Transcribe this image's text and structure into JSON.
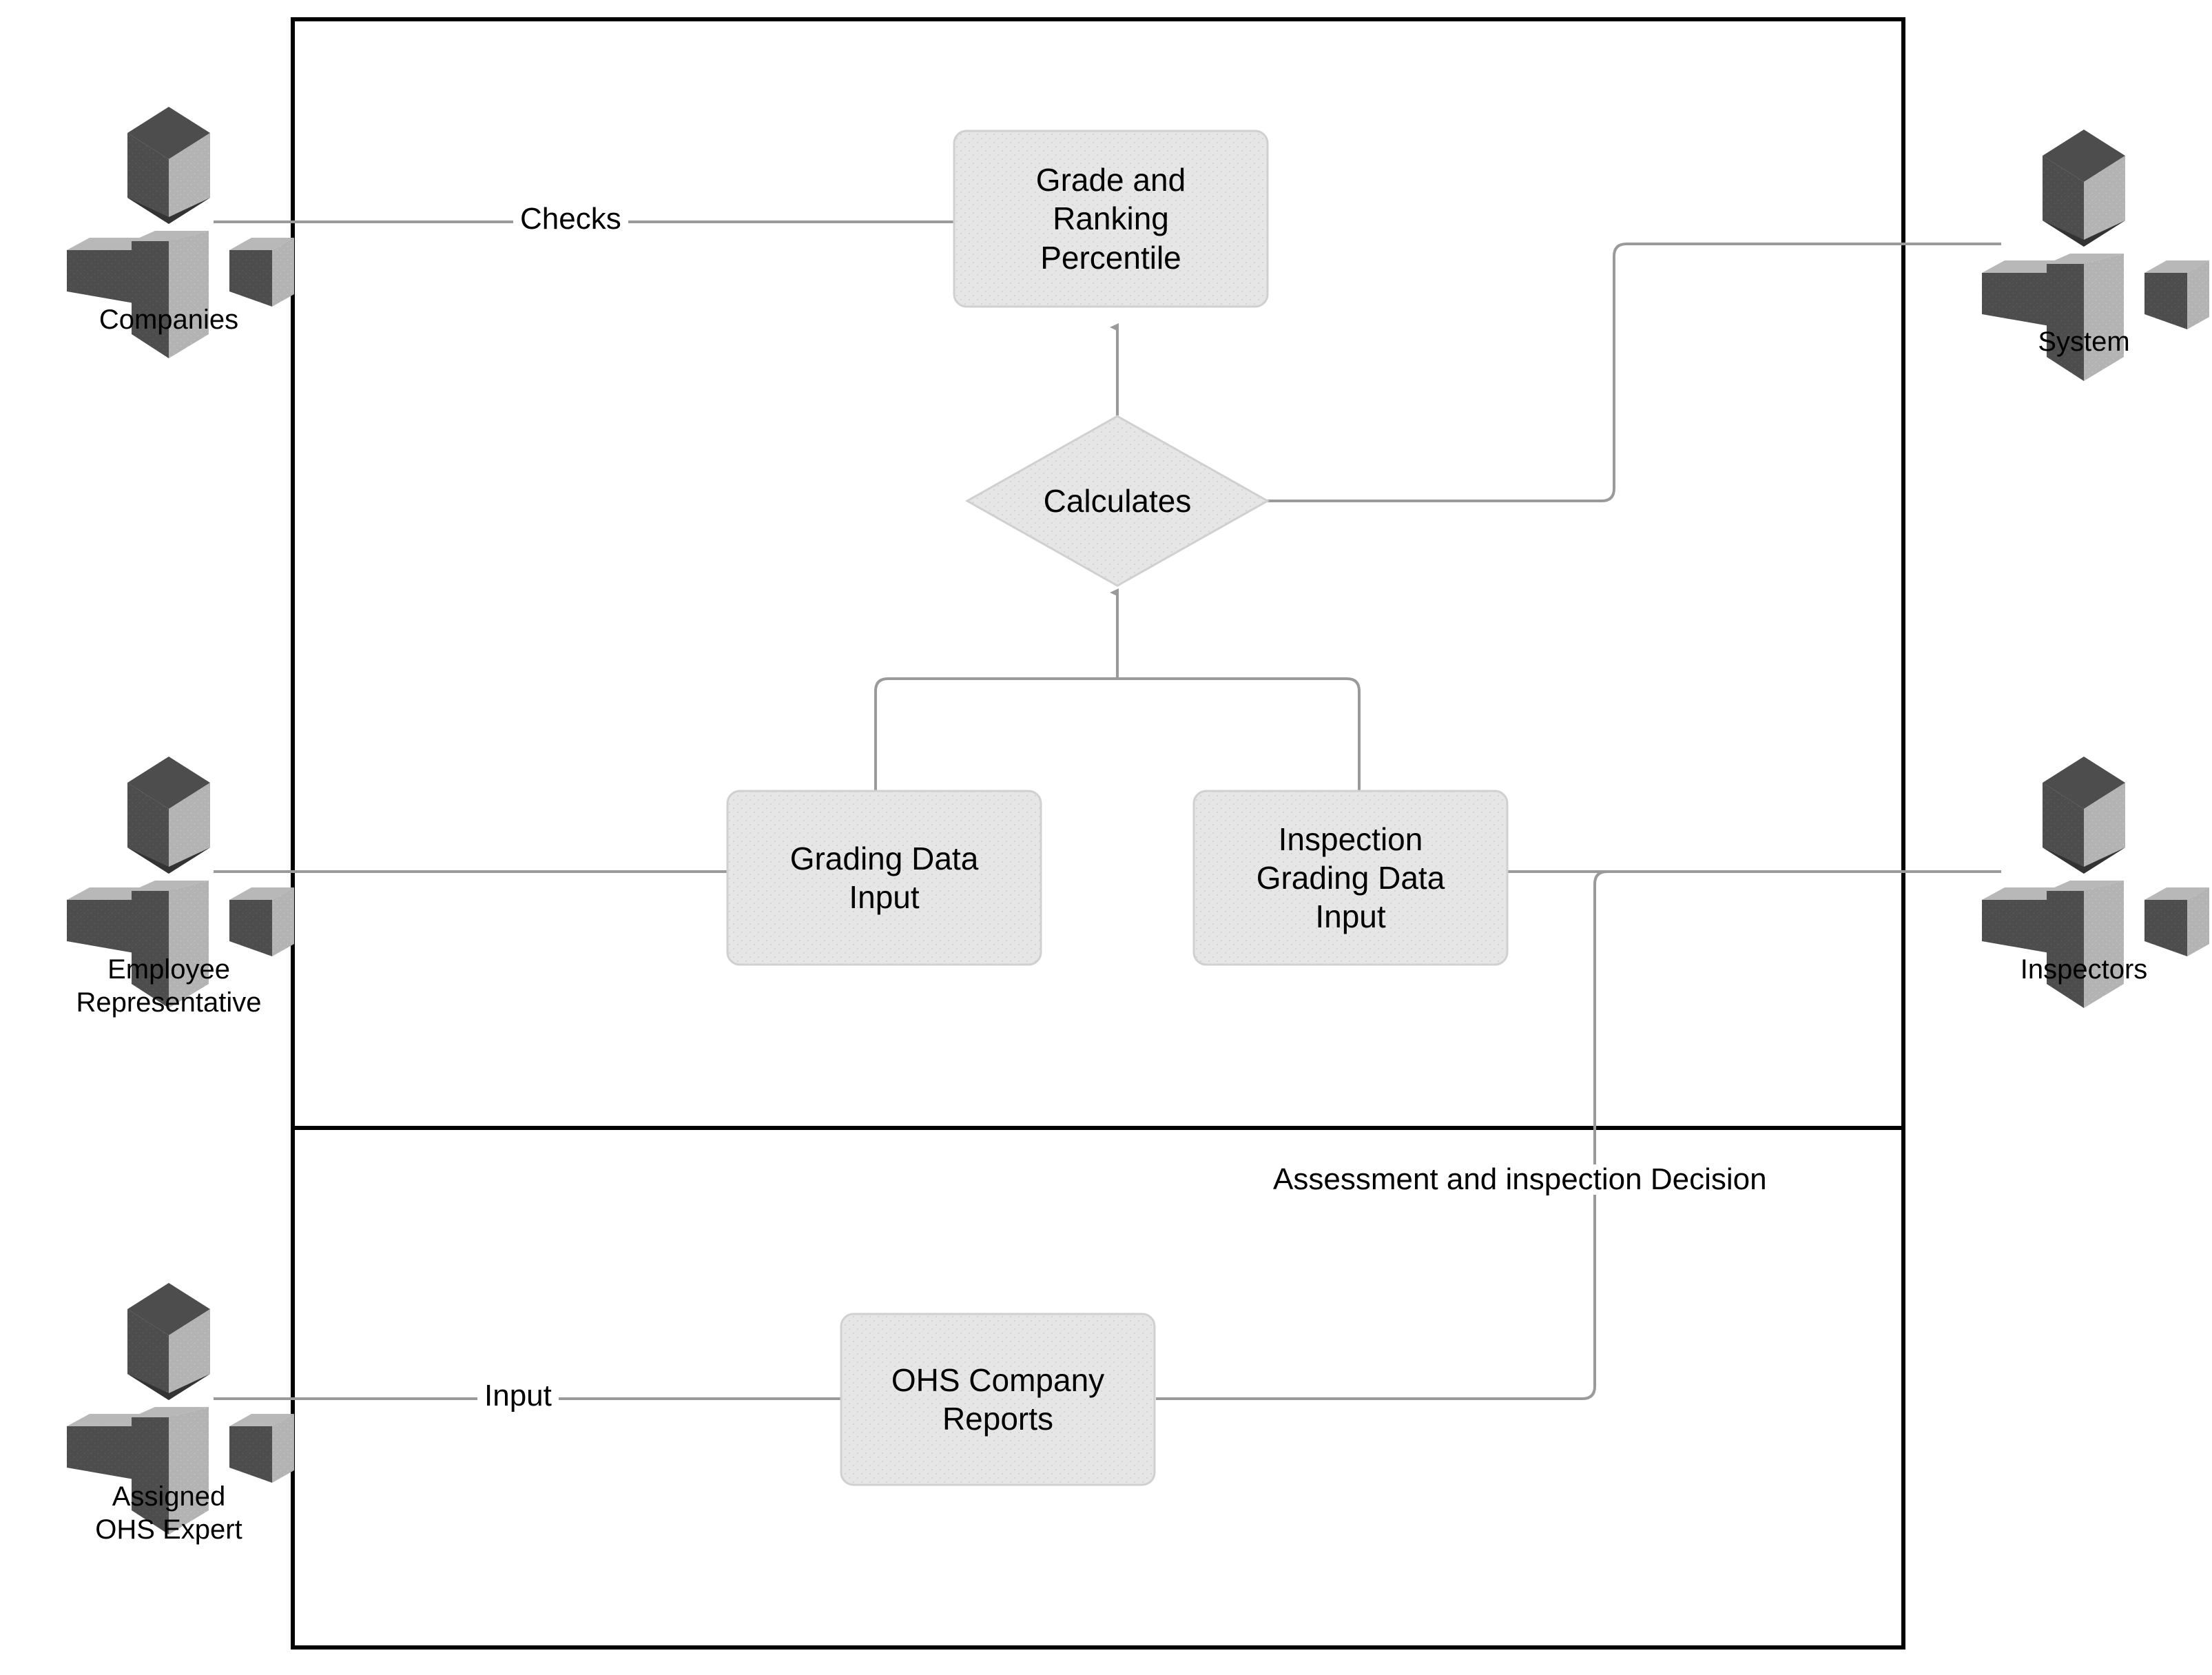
{
  "diagram": {
    "title": "OHS Grading and Inspection Process",
    "type": "swimlane-flow-diagram",
    "colors": {
      "node_fill": "#e6e6e6",
      "node_stroke": "#cccccc",
      "edge_stroke": "#999999",
      "container_stroke": "#000000",
      "actor_light": "#b3b3b3",
      "actor_dark": "#4d4d4d",
      "actor_shadow": "#333333",
      "text": "#000000",
      "background": "#ffffff"
    }
  },
  "actors": [
    {
      "id": "companies",
      "name": "Companies",
      "label": "Companies",
      "side": "left",
      "icon": "actor-cube-person-icon"
    },
    {
      "id": "employee",
      "name": "Employee Representative",
      "label": "Employee\nRepresentative",
      "side": "left",
      "icon": "actor-cube-person-icon"
    },
    {
      "id": "ohs_expert",
      "name": "Assigned OHS Expert",
      "label": "Assigned\nOHS Expert",
      "side": "left",
      "icon": "actor-cube-person-icon"
    },
    {
      "id": "system",
      "name": "System",
      "label": "System",
      "side": "right",
      "icon": "actor-cube-person-icon"
    },
    {
      "id": "inspectors",
      "name": "Inspectors",
      "label": "Inspectors",
      "side": "right",
      "icon": "actor-cube-person-icon"
    }
  ],
  "nodes": [
    {
      "id": "grade_rank",
      "label": "Grade and\nRanking\nPercentile",
      "shape": "rounded-rect"
    },
    {
      "id": "calculates",
      "label": "Calculates",
      "shape": "diamond"
    },
    {
      "id": "grading_input",
      "label": "Grading Data\nInput",
      "shape": "rounded-rect"
    },
    {
      "id": "inspect_input",
      "label": "Inspection\nGrading Data\nInput",
      "shape": "rounded-rect"
    },
    {
      "id": "ohs_reports",
      "label": "OHS Company\nReports",
      "shape": "rounded-rect"
    }
  ],
  "edge_labels": [
    {
      "id": "checks",
      "label": "Checks"
    },
    {
      "id": "input",
      "label": "Input"
    },
    {
      "id": "assessment",
      "label": "Assessment and inspection Decision"
    }
  ],
  "lanes": [
    {
      "id": "lane_top",
      "name": "upper-lane"
    },
    {
      "id": "lane_bottom",
      "name": "lower-lane"
    }
  ]
}
